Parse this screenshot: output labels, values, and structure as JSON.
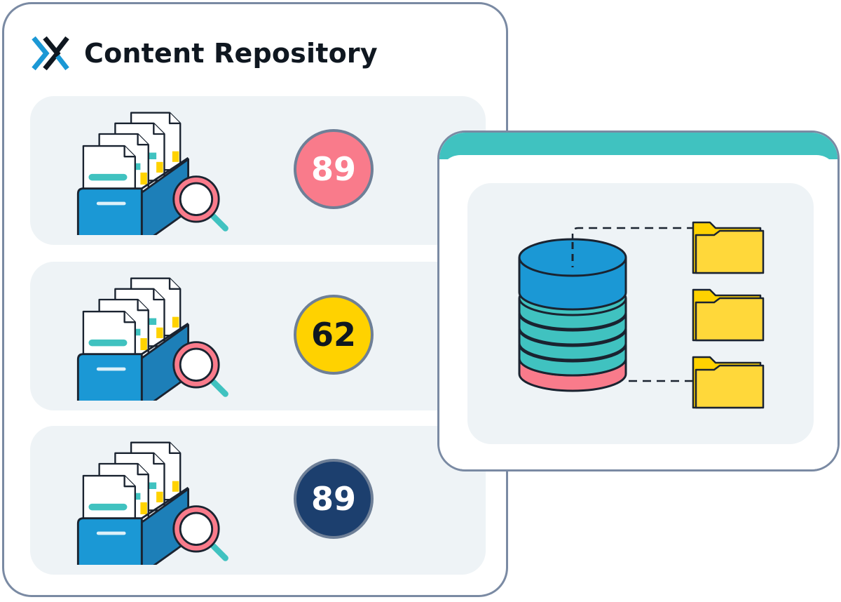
{
  "repository": {
    "title": "Content Repository",
    "logo_icon": "x-logo-icon",
    "rows": [
      {
        "icon": "file-box-search-icon",
        "count": "89",
        "badge_color": "#f97b8b",
        "badge_text_color": "#ffffff"
      },
      {
        "icon": "file-box-search-icon",
        "count": "62",
        "badge_color": "#ffd200",
        "badge_text_color": "#0f1720"
      },
      {
        "icon": "file-box-search-icon",
        "count": "89",
        "badge_color": "#1c3f6e",
        "badge_text_color": "#ffffff"
      }
    ]
  },
  "storage_window": {
    "titlebar_color": "#40c2c0",
    "database_icon": "database-icon",
    "folders": [
      "folder-icon",
      "folder-icon",
      "folder-icon"
    ]
  },
  "colors": {
    "border": "#7a8aa3",
    "panel": "#eef3f6",
    "blue": "#1b98d5",
    "teal": "#40c2c0",
    "pink": "#f97b8b",
    "yellow": "#ffd200"
  }
}
